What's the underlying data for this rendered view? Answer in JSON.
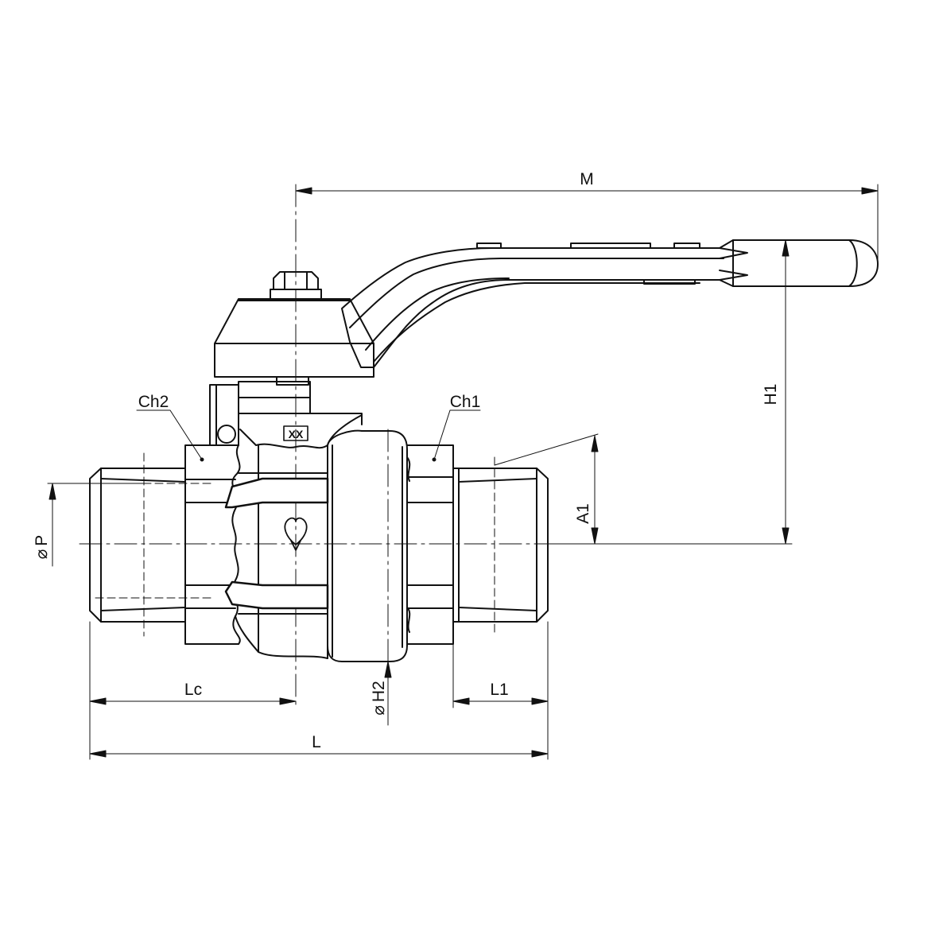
{
  "drawing": {
    "title": "",
    "dimensions": {
      "M": "M",
      "H1": "H1",
      "A1": "A1",
      "Ch1": "Ch1",
      "Ch2": "Ch2",
      "P": "P",
      "H2": "H2",
      "Lc": "Lc",
      "L1": "L1",
      "L": "L",
      "diameter_symbol": "⌀"
    },
    "body_marking": "XX",
    "colors": {
      "line": "#111111",
      "background": "#ffffff"
    }
  }
}
